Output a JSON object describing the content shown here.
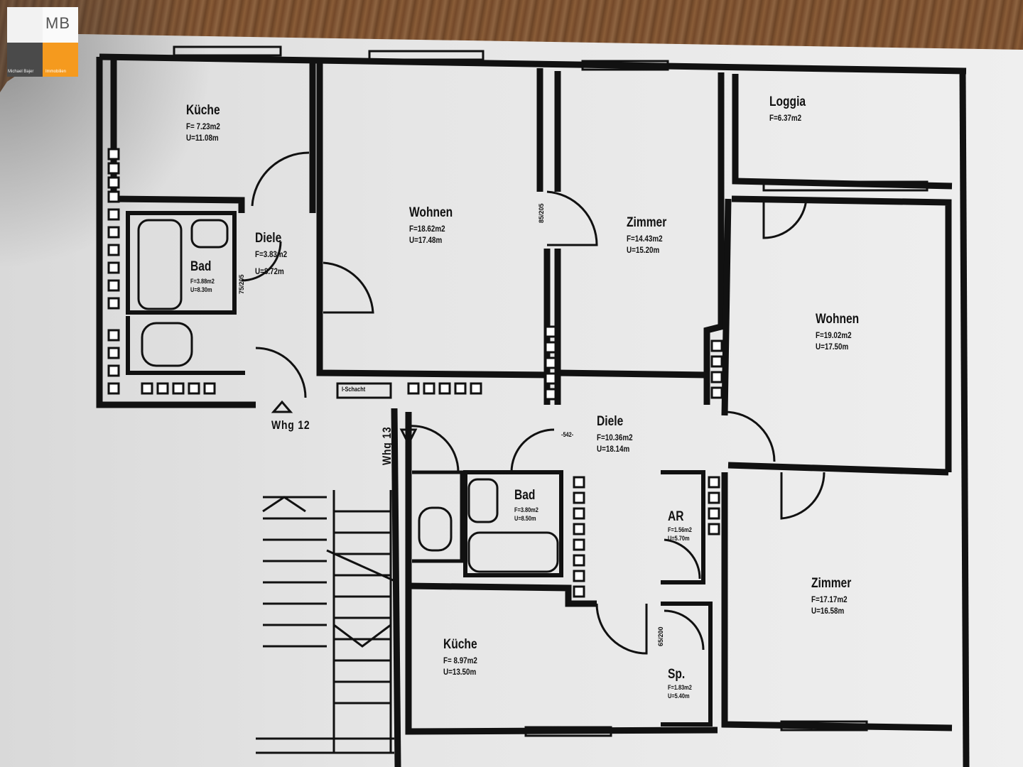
{
  "brand": {
    "logo_text": "MB",
    "name": "Michael Bajer",
    "tagline": "Immobilien",
    "colors": {
      "orange": "#f59a1e",
      "dark": "#4a4a4a",
      "light": "#f2f2f2"
    }
  },
  "units": {
    "left": "Whg 12",
    "right": "Whg 13"
  },
  "rooms": {
    "kueche1": {
      "name": "Küche",
      "f": "F= 7.23m2",
      "u": "U=11.08m"
    },
    "wohnen1": {
      "name": "Wohnen",
      "f": "F=18.62m2",
      "u": "U=17.48m"
    },
    "zimmer1": {
      "name": "Zimmer",
      "f": "F=14.43m2",
      "u": "U=15.20m"
    },
    "loggia": {
      "name": "Loggia",
      "f": "F=6.37m2"
    },
    "diele1": {
      "name": "Diele",
      "f": "F=3.83m2",
      "u": "U=8.72m"
    },
    "bad1": {
      "name": "Bad",
      "f": "F=3.88m2",
      "u": "U=8.30m"
    },
    "wohnen2": {
      "name": "Wohnen",
      "f": "F=19.02m2",
      "u": "U=17.50m"
    },
    "diele2": {
      "name": "Diele",
      "f": "F=10.36m2",
      "u": "U=18.14m"
    },
    "bad2": {
      "name": "Bad",
      "f": "F=3.80m2",
      "u": "U=8.50m"
    },
    "ar": {
      "name": "AR",
      "f": "F=1.56m2",
      "u": "U=5.70m"
    },
    "zimmer2": {
      "name": "Zimmer",
      "f": "F=17.17m2",
      "u": "U=16.58m"
    },
    "kueche2": {
      "name": "Küche",
      "f": "F= 8.97m2",
      "u": "U=13.50m"
    },
    "sp": {
      "name": "Sp.",
      "f": "F=1.83m2",
      "u": "U=5.40m"
    }
  },
  "annotations": {
    "schacht": "I-Schacht",
    "door_85_205": "85/205",
    "door_75_205": "75/205",
    "door_65_200": "65/200",
    "dim_542": "-542-"
  }
}
